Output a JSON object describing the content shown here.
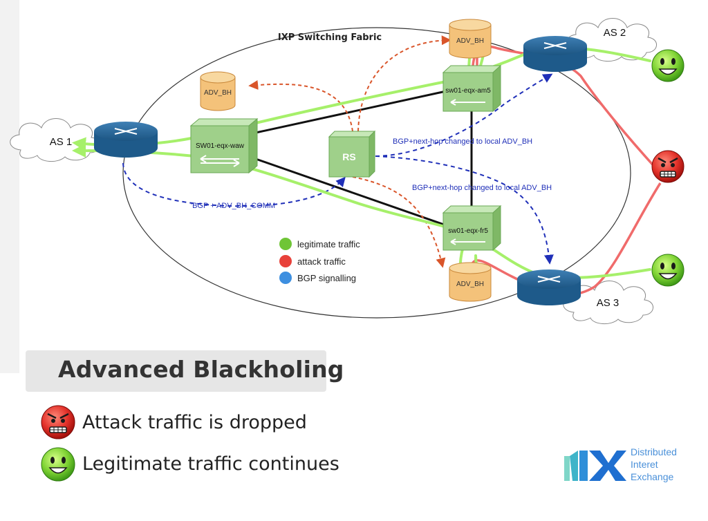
{
  "diagram": {
    "fabric_label": "IXP Switching Fabric",
    "nodes": {
      "as1": "AS 1",
      "as2": "AS 2",
      "as3": "AS 3",
      "rs": "RS",
      "sw_waw": "SW01-eqx-waw",
      "sw_am5": "sw01-eqx-am5",
      "sw_fr5": "sw01-eqx-fr5",
      "adv_bh_left": "ADV_BH",
      "adv_bh_top": "ADV_BH",
      "adv_bh_bottom": "ADV_BH"
    },
    "annotations": {
      "bgp_comm": "'BGP + ADV_BH_COMM",
      "bgp_nh_1": "BGP+next-hop changed to local ADV_BH",
      "bgp_nh_2": "BGP+next-hop changed to local ADV_BH"
    },
    "key": {
      "legitimate": "legitimate traffic",
      "attack": "attack traffic",
      "bgp": "BGP signalling"
    },
    "colors": {
      "legitimate": "#a6f06a",
      "attack": "#f06b6b",
      "bgp": "#1f2fb8",
      "adv": "#d9552a",
      "switch": "#9fd08a",
      "router": "#1e5a8a",
      "cylinder": "#f4c27a"
    }
  },
  "legend": {
    "title": "Advanced Blackholing",
    "items": [
      {
        "icon": "angry-face-icon",
        "text": "Attack traffic is dropped"
      },
      {
        "icon": "smiling-face-icon",
        "text": "Legitimate traffic continues"
      }
    ]
  },
  "logo": {
    "mark": "1IX",
    "line1": "Distributed",
    "line2": "Interet",
    "line3": "Exchange"
  }
}
